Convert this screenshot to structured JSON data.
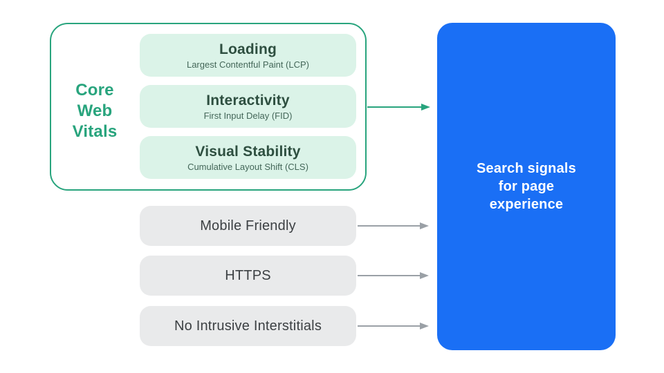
{
  "colors": {
    "green": "#28A47D",
    "green-fill": "#DBF3E8",
    "vital-title": "#2E4F40",
    "vital-subtitle": "#446759",
    "gray-fill": "#E9EAEB",
    "gray-text": "#3C4043",
    "arrow-gray": "#9AA0A6",
    "blue": "#1A6FF5",
    "result-text": "#FFFFFF"
  },
  "core_web_vitals": {
    "label_lines": [
      "Core",
      "Web",
      "Vitals"
    ],
    "vitals": [
      {
        "title": "Loading",
        "subtitle": "Largest Contentful Paint (LCP)"
      },
      {
        "title": "Interactivity",
        "subtitle": "First Input Delay (FID)"
      },
      {
        "title": "Visual Stability",
        "subtitle": "Cumulative Layout Shift (CLS)"
      }
    ]
  },
  "other_signals": [
    {
      "label": "Mobile Friendly"
    },
    {
      "label": "HTTPS"
    },
    {
      "label": "No Intrusive Interstitials"
    }
  ],
  "result_box": {
    "label_lines": [
      "Search signals",
      "for page",
      "experience"
    ]
  }
}
